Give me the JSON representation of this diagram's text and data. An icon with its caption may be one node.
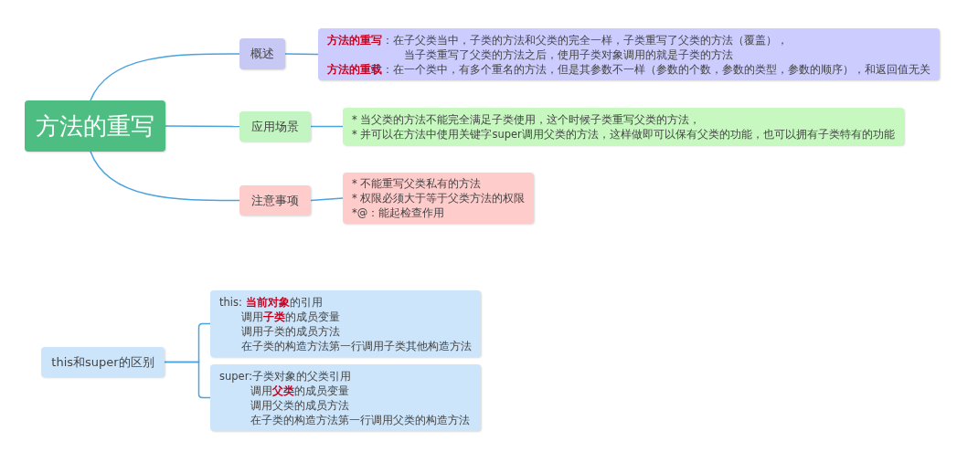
{
  "diagram": {
    "nodes": [
      {
        "text": [
          "方法的重写"
        ]
      },
      {
        "text": [
          "概述"
        ]
      },
      {
        "text": [
          "**方法的重写**：在子父类当中，子类的方法和父类的完全一样，子类重写了父类的方法（覆盖），",
          "当子类重写了父类的方法之后，使用子类对象调用的就是子类的方法",
          "**方法的重载**：在一个类中，有多个重名的方法，但是其参数不一样（参数的个数，参数的类型，参数的顺序），和返回值无关"
        ]
      },
      {
        "text": [
          "应用场景"
        ]
      },
      {
        "text": [
          "* 当父类的方法不能完全满足子类使用，这个时候子类重写父类的方法，",
          "* 并可以在方法中使用关键字super调用父类的方法，这样做即可以保有父类的功能，也可以拥有子类特有的功能"
        ]
      },
      {
        "text": [
          "注意事项"
        ]
      },
      {
        "text": [
          "* 不能重写父类私有的方法",
          "* 权限必须大于等于父类方法的权限",
          "*@：能起检查作用"
        ]
      },
      {
        "text": [
          "this和super的区别"
        ]
      },
      {
        "text": [
          "this: **当前对象**的引用",
          "调用**子类**的成员变量",
          "调用子类的成员方法",
          "在子类的构造方法第一行调用子类其他构造方法"
        ]
      },
      {
        "text": [
          "super:子类对象的父类引用",
          "调用**父类**的成员变量",
          "调用父类的成员方法",
          "在子类的构造方法第一行调用父类的构造方法"
        ]
      }
    ],
    "edges": [
      {
        "from": 0,
        "to": 1,
        "arrow": "none"
      },
      {
        "from": 1,
        "to": 2,
        "arrow": "none"
      },
      {
        "from": 0,
        "to": 3,
        "arrow": "none"
      },
      {
        "from": 3,
        "to": 4,
        "arrow": "none"
      },
      {
        "from": 0,
        "to": 5,
        "arrow": "none"
      },
      {
        "from": 5,
        "to": 6,
        "arrow": "none"
      },
      {
        "from": 7,
        "to": 8,
        "arrow": "none"
      },
      {
        "from": 7,
        "to": 9,
        "arrow": "none"
      }
    ]
  }
}
